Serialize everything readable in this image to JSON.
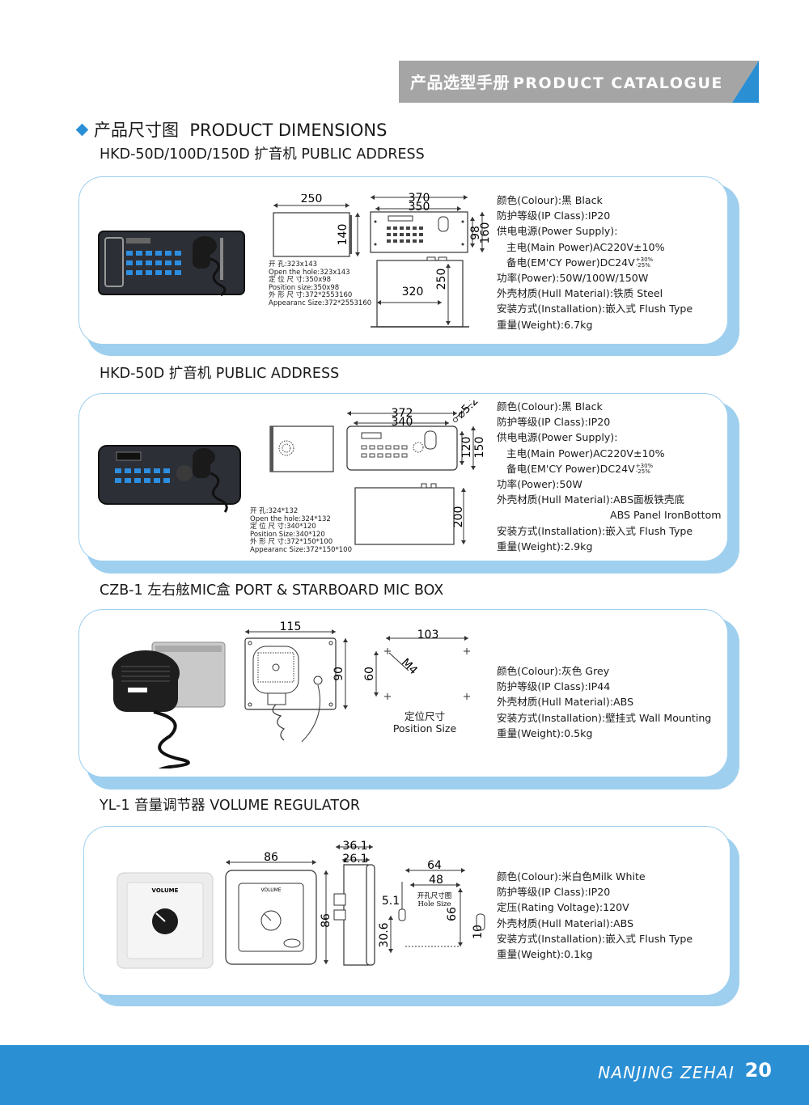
{
  "header": {
    "title_cn": "产品选型手册",
    "title_en": "PRODUCT CATALOGUE"
  },
  "section": {
    "title_cn": "产品尺寸图",
    "title_en": "PRODUCT DIMENSIONS"
  },
  "colors": {
    "accent_blue": "#2b8fd4",
    "header_gray": "#a5a5a5",
    "card_border": "#9fcfee"
  },
  "products": [
    {
      "title": "HKD-50D/100D/150D 扩音机 PUBLIC ADDRESS",
      "specs": [
        "颜色(Colour):黑 Black",
        "防护等级(IP Class):IP20",
        "供电电源(Power Supply):",
        "主电(Main Power)AC220V±10%",
        "备电(EM'CY Power)DC24V",
        "功率(Power):50W/100W/150W",
        "外壳材质(Hull Material):铁质 Steel",
        "安装方式(Installation):嵌入式 Flush Type",
        "重量(Weight):6.7kg"
      ],
      "dc_tolerance_up": "+30%",
      "dc_tolerance_down": "-25%",
      "dims": [
        "250",
        "140",
        "370",
        "350",
        "98",
        "160",
        "320",
        "250"
      ],
      "notes": [
        "开          孔:323x143",
        "Open the hole:323x143",
        "定  位  尺  寸:350x98",
        "Position size:350x98",
        "外  形  尺  寸:372*2553160",
        "Appearanc Size:372*2553160"
      ]
    },
    {
      "title": "HKD-50D 扩音机 PUBLIC ADDRESS",
      "specs": [
        "颜色(Colour):黑 Black",
        "防护等级(IP Class):IP20",
        "供电电源(Power Supply):",
        "主电(Main Power)AC220V±10%",
        "备电(EM'CY Power)DC24V",
        "功率(Power):50W",
        "外壳材质(Hull Material):ABS面板铁壳底",
        "ABS Panel IronBottom",
        "安装方式(Installation):嵌入式 Flush Type",
        "重量(Weight):2.9kg"
      ],
      "dc_tolerance_up": "+30%",
      "dc_tolerance_down": "-25%",
      "dims": [
        "372",
        "340",
        "5.2",
        "120",
        "150",
        "200"
      ],
      "notes": [
        "开          孔:324*132",
        "Open the hole:324*132",
        "定  位  尺  寸:340*120",
        "Position Size:340*120",
        "外  形  尺  寸:372*150*100",
        "Appearanc Size:372*150*100"
      ]
    },
    {
      "title": "CZB-1 左右舷MIC盒 PORT & STARBOARD MIC BOX",
      "specs": [
        "颜色(Colour):灰色 Grey",
        "防护等级(IP Class):IP44",
        "外壳材质(Hull Material):ABS",
        "安装方式(Installation):壁挂式 Wall Mounting",
        "重量(Weight):0.5kg"
      ],
      "dims": [
        "115",
        "90",
        "103",
        "60",
        "M4"
      ],
      "position_cn": "定位尺寸",
      "position_en": "Position Size"
    },
    {
      "title": "YL-1 音量调节器 VOLUME REGULATOR",
      "specs": [
        "颜色(Colour):米白色Milk White",
        "防护等级(IP Class):IP20",
        "定压(Rating Voltage):120V",
        "外壳材质(Hull Material):ABS",
        "安装方式(Installation):嵌入式 Flush Type",
        "重量(Weight):0.1kg"
      ],
      "dims": [
        "86",
        "86",
        "36.1",
        "26.1",
        "5.1",
        "30.6",
        "64",
        "48",
        "66",
        "10"
      ],
      "hole_cn": "开孔尺寸图",
      "hole_en": "Hole Size",
      "volume_label": "VOLUME"
    }
  ],
  "footer": {
    "brand": "NANJING ZEHAI",
    "page": "20"
  }
}
